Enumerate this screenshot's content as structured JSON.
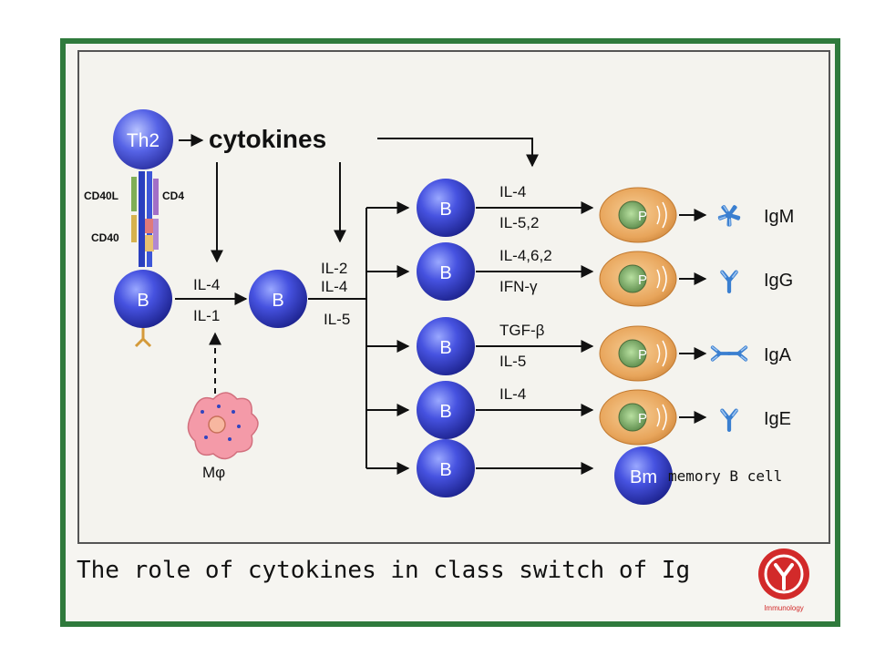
{
  "colors": {
    "frame_green": "#2f7a3c",
    "panel": "#f4f3ee",
    "b_cell": "#3b46d6",
    "plasma_cell": "#e8a65a",
    "antibody": "#3a7fd0",
    "macrophage": "#f49aa8",
    "logo": "#d22a2a"
  },
  "th2": {
    "label": "Th2"
  },
  "cytokines_label": "cytokines",
  "surface": {
    "cd40l": "CD40L",
    "cd4": "CD4",
    "cd40": "CD40"
  },
  "first_b": {
    "label": "B",
    "signal_top": "IL-4",
    "signal_bottom": "IL-1"
  },
  "macrophage": {
    "label": "Mφ"
  },
  "second_b": {
    "label": "B",
    "signal_top_1": "IL-2",
    "signal_top_2": "IL-4",
    "signal_bottom": "IL-5"
  },
  "branches": [
    {
      "b_label": "B",
      "signal_top": "IL-4",
      "signal_bottom": "IL-5,2",
      "cell_label": "P",
      "antibody": "IgM",
      "antibody_icon": "pentamer-antibody-icon"
    },
    {
      "b_label": "B",
      "signal_top": "IL-4,6,2",
      "signal_bottom": "IFN-γ",
      "cell_label": "P",
      "antibody": "IgG",
      "antibody_icon": "monomer-antibody-icon"
    },
    {
      "b_label": "B",
      "signal_top": "TGF-β",
      "signal_bottom": "IL-5",
      "cell_label": "P",
      "antibody": "IgA",
      "antibody_icon": "dimer-antibody-icon"
    },
    {
      "b_label": "B",
      "signal_top": "IL-4",
      "signal_bottom": "",
      "cell_label": "P",
      "antibody": "IgE",
      "antibody_icon": "monomer-antibody-icon"
    },
    {
      "b_label": "B",
      "signal_top": "",
      "signal_bottom": "",
      "cell_label": "Bm",
      "antibody": "memory B cell",
      "antibody_icon": ""
    }
  ],
  "caption": "The role of cytokines in class switch of Ig",
  "logo_text": "Immunology"
}
